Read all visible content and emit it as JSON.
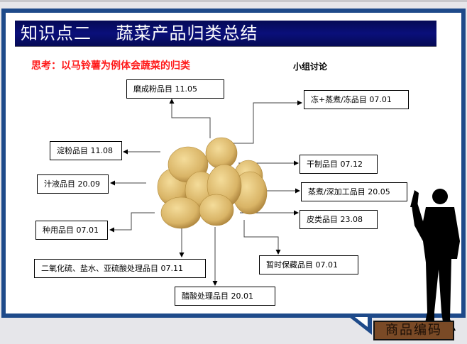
{
  "title": "知识点二    蔬菜产品归类总结",
  "question": "思考：以马铃薯为例体会蔬菜的归类",
  "group_discussion": "小组讨论",
  "center_image": "potato-pile",
  "categories": [
    {
      "id": "ground",
      "label": "磨成粉品目 11.05"
    },
    {
      "id": "frozen",
      "label": "冻+蒸煮/冻品目 07.01"
    },
    {
      "id": "starch",
      "label": "淀粉品目 11.08"
    },
    {
      "id": "dried",
      "label": "干制品目 07.12"
    },
    {
      "id": "juice",
      "label": "汁液品目 20.09"
    },
    {
      "id": "cooked",
      "label": "蒸煮/深加工品目 20.05"
    },
    {
      "id": "peel",
      "label": "皮类品目 23.08"
    },
    {
      "id": "seed",
      "label": "种用品目 07.01"
    },
    {
      "id": "sulfur",
      "label": "二氧化硫、盐水、亚硫酸处理品目 07.11"
    },
    {
      "id": "temporary",
      "label": "暂时保藏品目 07.01"
    },
    {
      "id": "vinegar",
      "label": "醋酸处理品目 20.01"
    }
  ],
  "badge": "商品编码",
  "colors": {
    "frame": "#1e4a8a",
    "title_bg": "#0a0f7a",
    "question": "#ff1a1a",
    "badge": "#7a4a26"
  }
}
